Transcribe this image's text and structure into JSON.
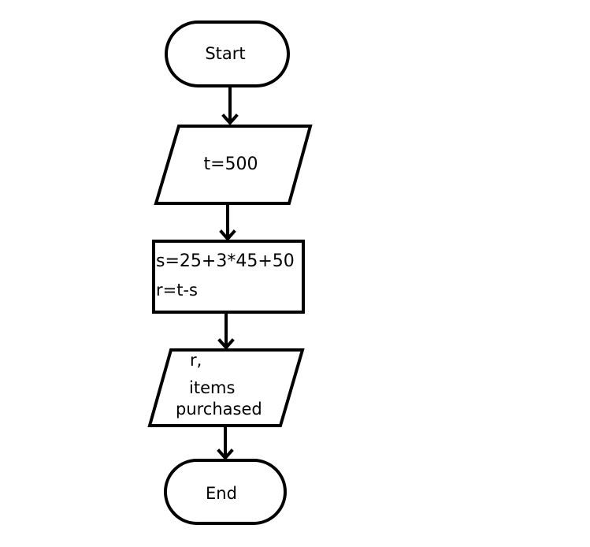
{
  "flowchart": {
    "start": {
      "label": "Start"
    },
    "input": {
      "label": "t=500"
    },
    "process": {
      "line1": "s=25+3*45+50",
      "line2": "r=t-s"
    },
    "output": {
      "line1": "r,",
      "line2": "items",
      "line3": "purchased"
    },
    "end": {
      "label": "End"
    }
  },
  "colors": {
    "stroke": "#000000",
    "fill": "#ffffff",
    "text": "#000000"
  }
}
